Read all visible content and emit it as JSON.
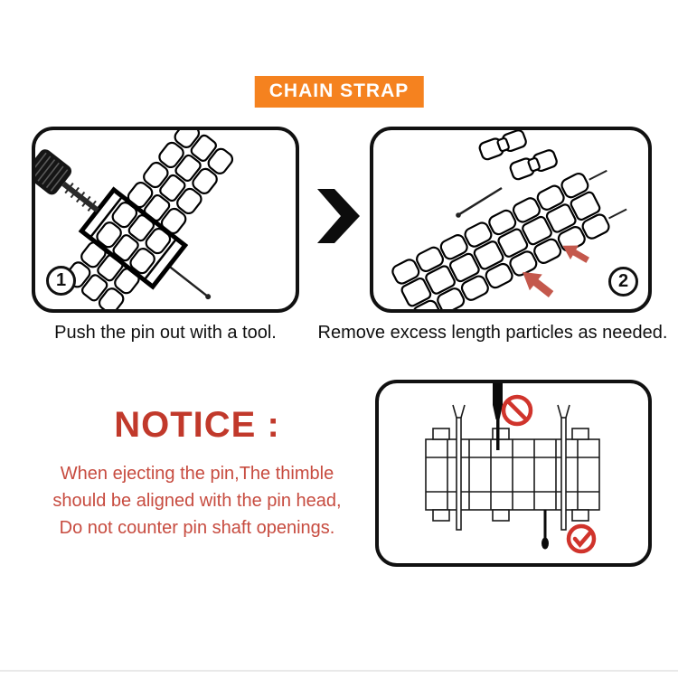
{
  "header": {
    "badge": "CHAIN STRAP"
  },
  "steps": [
    {
      "number": "1",
      "caption": "Push the pin out with a tool."
    },
    {
      "number": "2",
      "caption": "Remove excess length particles as needed."
    }
  ],
  "notice": {
    "title": "NOTICE :",
    "lines": [
      "When ejecting the pin,The thimble",
      "should be aligned with the pin head,",
      "Do not counter pin shaft openings."
    ]
  },
  "icons": {
    "between_steps": "right-chevron-arrow",
    "wrong_mark": "prohibition-circle",
    "correct_mark": "check-circle"
  },
  "colors": {
    "accent_orange": "#F5821F",
    "notice_red": "#C1392B",
    "notice_body_red": "#C74B3F",
    "icon_red": "#D0342C",
    "arrow_red": "#C4584C"
  }
}
